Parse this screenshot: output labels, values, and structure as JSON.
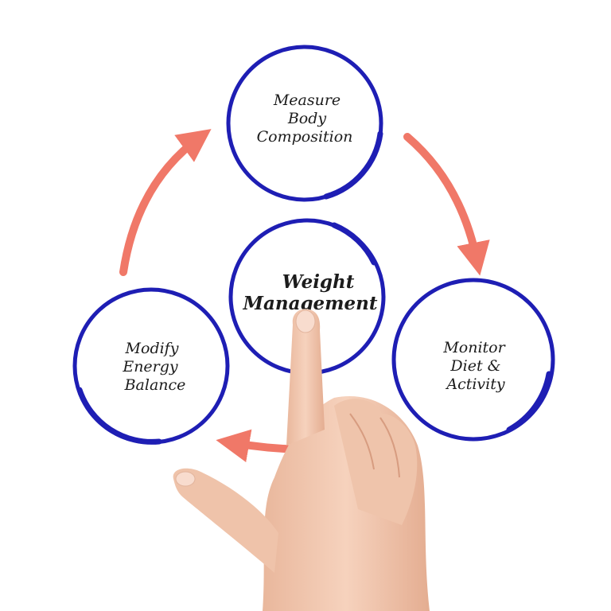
{
  "diagram": {
    "center": {
      "lines": [
        "Weight",
        "Management"
      ]
    },
    "nodes": [
      {
        "id": "top",
        "lines": [
          "Measure",
          "Body",
          "Composition"
        ]
      },
      {
        "id": "right",
        "lines": [
          "Monitor",
          "Diet &",
          "Activity"
        ]
      },
      {
        "id": "left",
        "lines": [
          "Modify",
          "Energy",
          "Balance"
        ]
      }
    ],
    "colors": {
      "circle": "#1e1eb4",
      "arrow": "#f07868",
      "skin": "#f0c8b0",
      "background": "#ffffff"
    }
  }
}
